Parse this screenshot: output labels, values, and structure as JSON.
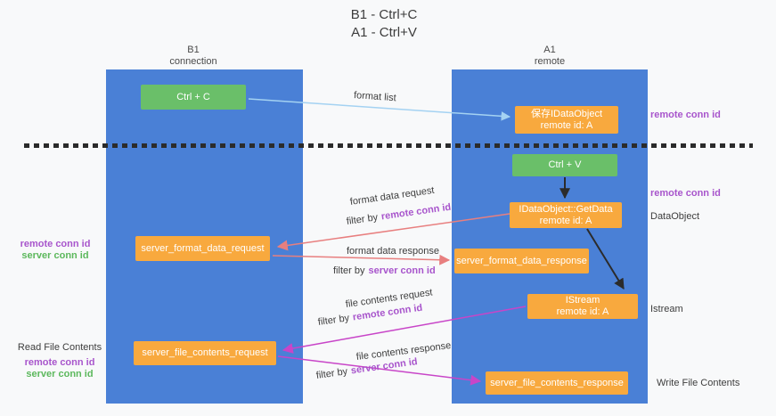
{
  "title": {
    "line1": "B1 - Ctrl+C",
    "line2": "A1 - Ctrl+V"
  },
  "lanes": {
    "left": {
      "title": "B1",
      "subtitle": "connection"
    },
    "right": {
      "title": "A1",
      "subtitle": "remote"
    }
  },
  "boxes": {
    "ctrl_c": {
      "label": "Ctrl + C"
    },
    "save_dataobject": {
      "line1": "保存IDataObject",
      "line2": "remote id: A"
    },
    "ctrl_v": {
      "label": "Ctrl + V"
    },
    "getdata": {
      "line1": "IDataObject::GetData",
      "line2": "remote id: A"
    },
    "istream": {
      "line1": "IStream",
      "line2": "remote id: A"
    },
    "format_request": {
      "label": "server_format_data_request"
    },
    "format_response": {
      "label": "server_format_data_response"
    },
    "file_request": {
      "label": "server_file_contents_request"
    },
    "file_response": {
      "label": "server_file_contents_response"
    }
  },
  "arrows": {
    "format_list": "format list",
    "format_data_request": "format data request",
    "format_data_response": "format data response",
    "file_contents_request": "file contents request",
    "file_contents_response": "file contents response",
    "filter_by": "filter by"
  },
  "ids": {
    "remote_conn_id": "remote conn id",
    "server_conn_id": "server conn id"
  },
  "side_labels": {
    "dataobject": "DataObject",
    "istream": "Istream",
    "read_file_contents": "Read File Contents",
    "write_file_contents": "Write File Contents"
  },
  "colors": {
    "lane_blue": "#4a80d6",
    "box_green": "#6abf69",
    "box_orange": "#f8a93e",
    "arrow_light_blue": "#a4d2f2",
    "arrow_salmon": "#e87f7f",
    "arrow_magenta": "#c845c8",
    "arrow_black": "#2b2b2b",
    "label_purple": "#a855cc",
    "label_green": "#5cb85c",
    "background": "#f8f9fa"
  }
}
